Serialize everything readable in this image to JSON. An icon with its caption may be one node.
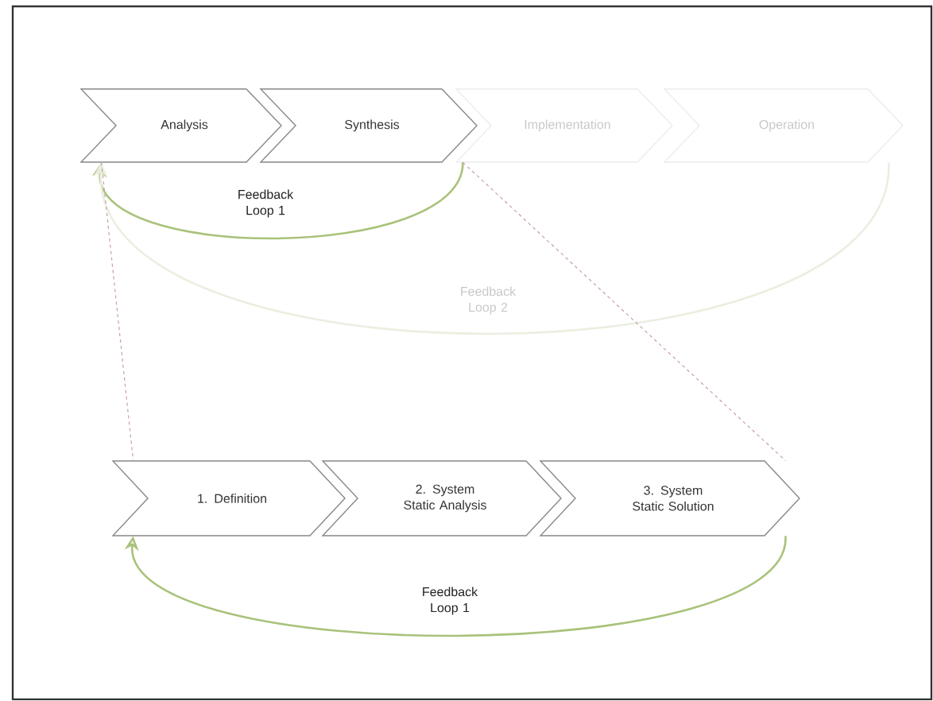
{
  "diagram": {
    "nodes": [
      {
        "text": [
          "Analysis"
        ]
      },
      {
        "text": [
          "Synthesis"
        ]
      },
      {
        "text": [
          "Implementation"
        ]
      },
      {
        "text": [
          "Operation"
        ]
      },
      {
        "text": [
          "1. Definition"
        ]
      },
      {
        "text": [
          "2. System Static Analysis"
        ]
      },
      {
        "text": [
          "3. System Static Solution"
        ]
      }
    ],
    "edges": [
      {
        "from": 1,
        "to": 0,
        "arrow": "to",
        "label": "Feedback Loop 1",
        "color": "#a9c27a"
      },
      {
        "from": 3,
        "to": 0,
        "arrow": "to",
        "label": "Feedback Loop 2",
        "color": "#ebeee0"
      },
      {
        "from": 0,
        "to": 4,
        "arrow": "none",
        "style": "dashed",
        "color": "#c9a0a0"
      },
      {
        "from": 1,
        "to": 6,
        "arrow": "none",
        "style": "dashed",
        "color": "#c9a0a0"
      },
      {
        "from": 6,
        "to": 4,
        "arrow": "to",
        "label": "Feedback Loop 1",
        "color": "#a9c27a"
      }
    ]
  }
}
